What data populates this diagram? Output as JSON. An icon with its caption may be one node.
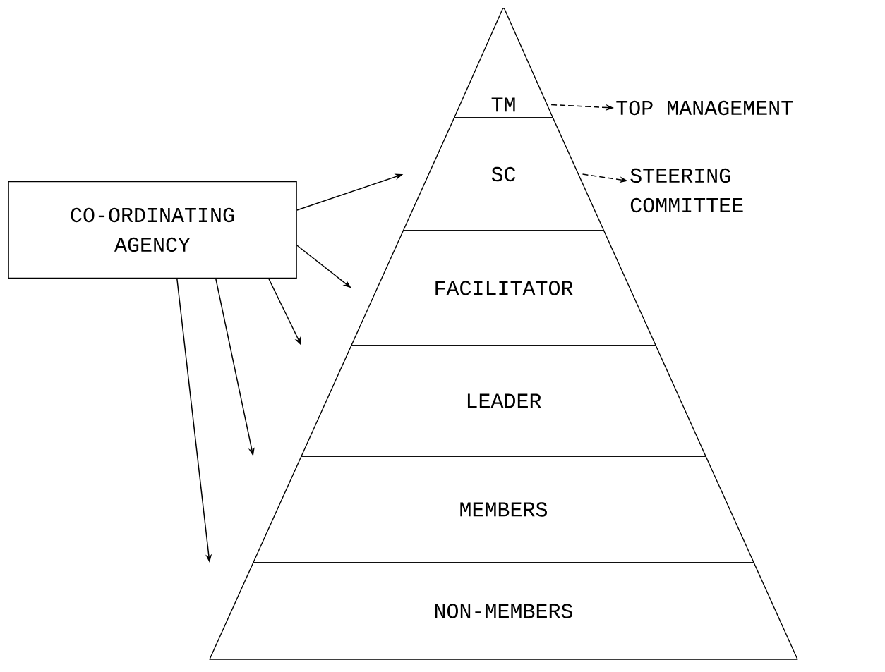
{
  "diagram": {
    "nodes": [
      {
        "text": [
          "CO-ORDINATING AGENCY"
        ]
      },
      {
        "text": [
          "TM"
        ]
      },
      {
        "text": [
          "SC"
        ]
      },
      {
        "text": [
          "FACILITATOR"
        ]
      },
      {
        "text": [
          "LEADER"
        ]
      },
      {
        "text": [
          "MEMBERS"
        ]
      },
      {
        "text": [
          "NON-MEMBERS"
        ]
      },
      {
        "text": [
          "TOP MANAGEMENT"
        ]
      },
      {
        "text": [
          "STEERING COMMITTEE"
        ]
      }
    ],
    "edges": [
      {
        "from": 1,
        "to": 7,
        "arrow": "to",
        "style": "dashed"
      },
      {
        "from": 2,
        "to": 8,
        "arrow": "to",
        "style": "dashed"
      },
      {
        "from": 0,
        "to": 2,
        "arrow": "to"
      },
      {
        "from": 0,
        "to": 3,
        "arrow": "to"
      },
      {
        "from": 0,
        "to": 4,
        "arrow": "to"
      },
      {
        "from": 0,
        "to": 5,
        "arrow": "to"
      },
      {
        "from": 0,
        "to": 6,
        "arrow": "to"
      }
    ]
  }
}
